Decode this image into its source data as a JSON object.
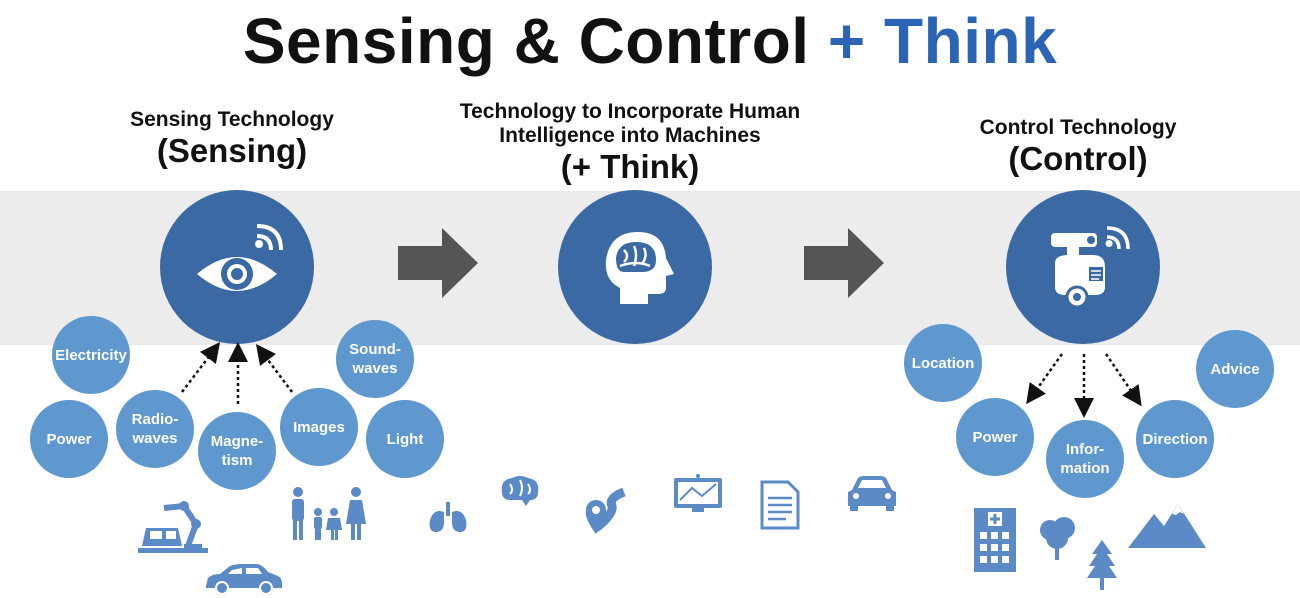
{
  "title": {
    "main": "Sensing & Control",
    "accent": "+ Think"
  },
  "colors": {
    "band": "#ececec",
    "big_circle": "#3b69a3",
    "bubble": "#5e98cf",
    "icon": "#5b8ac7",
    "accent": "#2b64b5",
    "arrow": "#555555"
  },
  "sensing": {
    "subtitle": "Sensing Technology",
    "label": "(Sensing)",
    "icon": "eye-with-signal-icon",
    "bubbles": {
      "electricity": "Electricity",
      "power": "Power",
      "radiowaves_1": "Radio-",
      "radiowaves_2": "waves",
      "magnetism_1": "Magne-",
      "magnetism_2": "tism",
      "images": "Images",
      "soundwaves_1": "Sound-",
      "soundwaves_2": "waves",
      "light": "Light"
    }
  },
  "think": {
    "subtitle_1": "Technology to Incorporate Human",
    "subtitle_2": "Intelligence into Machines",
    "label": "(+ Think)",
    "icon": "head-with-brain-icon"
  },
  "control": {
    "subtitle": "Control Technology",
    "label": "(Control)",
    "icon": "robot-with-signal-icon",
    "bubbles": {
      "location": "Location",
      "advice": "Advice",
      "power": "Power",
      "information_1": "Infor-",
      "information_2": "mation",
      "direction": "Direction"
    }
  },
  "footer_icons": [
    "factory-robot-icon",
    "car-icon",
    "family-icon",
    "lungs-icon",
    "brain-icon",
    "route-pin-icon",
    "map-monitor-icon",
    "document-icon",
    "car-front-icon",
    "hospital-building-icon",
    "tree-icon",
    "pine-tree-icon",
    "mountain-icon"
  ]
}
